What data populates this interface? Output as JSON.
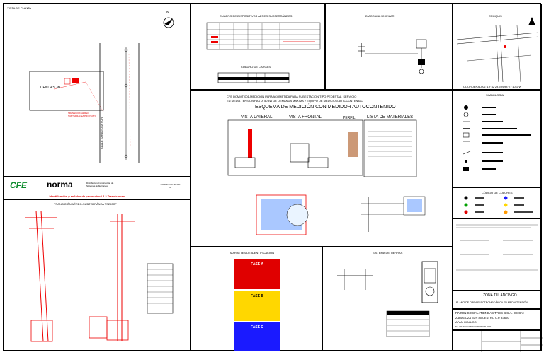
{
  "plant": {
    "title": "VISTA DE PLANTA",
    "store": "TIENDAS 3B",
    "street": "CALLE ZARAGOZA SUR",
    "note": "TRANSICIÓN AÉREO SUBTERRÁNEA PROYECTO"
  },
  "devices_table": {
    "title": "CUADRO DE DISPOSITIVOS AÉREO SUBTERRÁNEOS"
  },
  "unifilar": {
    "title": "DIAGRAMA UNIFILAR"
  },
  "croquis": {
    "title": "CROQUIS",
    "coords": "COORDENADAS: 19°42'29.5\"N 98°27'10.1\"W"
  },
  "loads": {
    "title": "CUADRO DE CARGAS"
  },
  "main": {
    "line1": "CFE DCMMT-001-MEDICIÓN PARA ACOMETIDA PARA SUBESTACION TIPO PEDESTAL, SERVICIO",
    "line2": "EN MEDIA TENSION HASTA 50 kW DE DEMANDA MAXIMA Y EQUIPO DE MEDICION AUTOCONTENIDO",
    "scheme": "ESQUEMA DE MEDICIÓN CON MEDIDOR AUTOCONTENIDO",
    "side": "VISTA LATERAL",
    "front": "VISTA FRONTAL",
    "profile": "PERFIL",
    "materials": "LISTA DE MATERIALES"
  },
  "simbologia": {
    "title": "SIMBOLOGIA"
  },
  "norma": {
    "cfe": "CFE",
    "norma": "norma",
    "sub": "Distribución-Construcción de Sistemas Subterráneos",
    "code": "NORMA CFE-TS200-07",
    "red_title": "L Identificación y señales de protección / 4.2 Transiciones"
  },
  "transicion": {
    "title": "TRANSICIÓN AÉREO-SUBTERRÁNEA TS200CF"
  },
  "colors": {
    "title": "CÓDIGO DE COLORES",
    "c1": "#000000",
    "c2": "#1a1aff",
    "c3": "#ffd700",
    "c4": "#00a000",
    "c5": "#e00000",
    "c6": "#ff9900"
  },
  "marbetes": {
    "title": "MARBETES DE IDENTIFICACIÓN",
    "red": "FASE A",
    "yellow": "FASE B",
    "blue": "FASE C"
  },
  "tierras": {
    "title": "SISTEMA DE TIERRAS"
  },
  "zona": {
    "title": "ZONA TULANCINGO",
    "plan": "PLANO DE OBRA ELECTROMECÁNICA EN MEDIA TENSIÓN"
  },
  "razon": {
    "line1": "RAZÓN SOCIAL: TIENDAS TRES B S.A. DE C.V.",
    "line2": "ZARAGOZA SUR 85  CENTRO C.P. 43600",
    "line3": "APAN HIDALGO",
    "line4": "No. DE SOLICITUD: 000000000  2021"
  }
}
